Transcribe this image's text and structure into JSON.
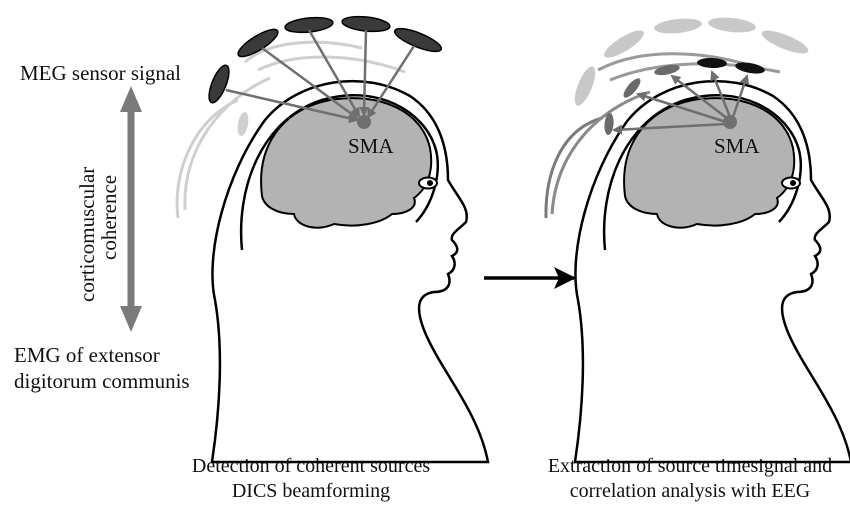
{
  "labels": {
    "meg_sensor_signal": "MEG sensor signal",
    "coherence_line1": "corticomuscular",
    "coherence_line2": "coherence",
    "emg_line1": "EMG of extensor",
    "emg_line2": "digitorum communis",
    "sma_left": "SMA",
    "sma_right": "SMA"
  },
  "captions": {
    "left_line1": "Detection of coherent sources",
    "left_line2": "DICS beamforming",
    "right_line1": "Extraction of source timesignal and",
    "right_line2": "correlation analysis with EEG"
  },
  "colors": {
    "brain": "#b3b3b3",
    "sensor_dark": "#3a3a3a",
    "sensor_light": "#c8c8c8",
    "arrow_gray": "#7a7a7a",
    "outline": "#000000"
  }
}
